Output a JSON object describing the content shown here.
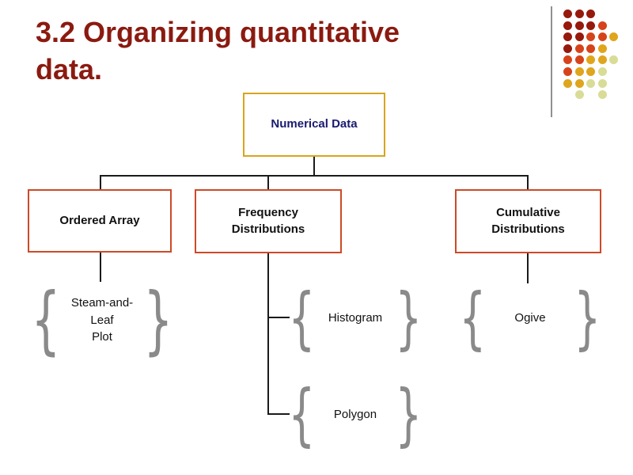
{
  "slide": {
    "title": "3.2 Organizing quantitative \ndata.",
    "background": "#FFFFFF"
  },
  "colors": {
    "title_text": "#8B1A10",
    "root_box_border": "#D9A41E",
    "root_box_text": "#1A1A70",
    "branch_box_border": "#CC4A28",
    "branch_box_text": "#111111",
    "connector_line": "#1A1A1A",
    "brace": "#8A8A8A",
    "decoration_rule": "#909090"
  },
  "diagram": {
    "root": {
      "label": "Numerical Data"
    },
    "level2": [
      {
        "label": "Ordered Array"
      },
      {
        "label": "Frequency\nDistributions"
      },
      {
        "label": "Cumulative\nDistributions"
      }
    ],
    "leaves": [
      {
        "label": "Steam-and-Leaf\nPlot",
        "parent": "Ordered Array"
      },
      {
        "label": "Histogram",
        "parent": "Frequency Distributions"
      },
      {
        "label": "Polygon",
        "parent": "Frequency Distributions"
      },
      {
        "label": "Ogive",
        "parent": "Cumulative Distributions"
      }
    ],
    "brace_left": "{",
    "brace_right": "}"
  },
  "decoration": {
    "dot_palette": {
      "dark": "#96190C",
      "red": "#D6431B",
      "gold": "#DFA51D",
      "pale": "#D9DC96"
    },
    "dot_rows": [
      [
        "dark",
        "dark",
        "dark",
        null,
        null
      ],
      [
        "dark",
        "dark",
        "dark",
        "red",
        null
      ],
      [
        "dark",
        "dark",
        "red",
        "red",
        "gold"
      ],
      [
        "dark",
        "red",
        "red",
        "gold",
        null
      ],
      [
        "red",
        "red",
        "gold",
        "gold",
        "pale"
      ],
      [
        "red",
        "gold",
        "gold",
        "pale",
        null
      ],
      [
        "gold",
        "gold",
        "pale",
        "pale",
        null
      ],
      [
        null,
        "pale",
        null,
        "pale",
        null
      ]
    ]
  }
}
